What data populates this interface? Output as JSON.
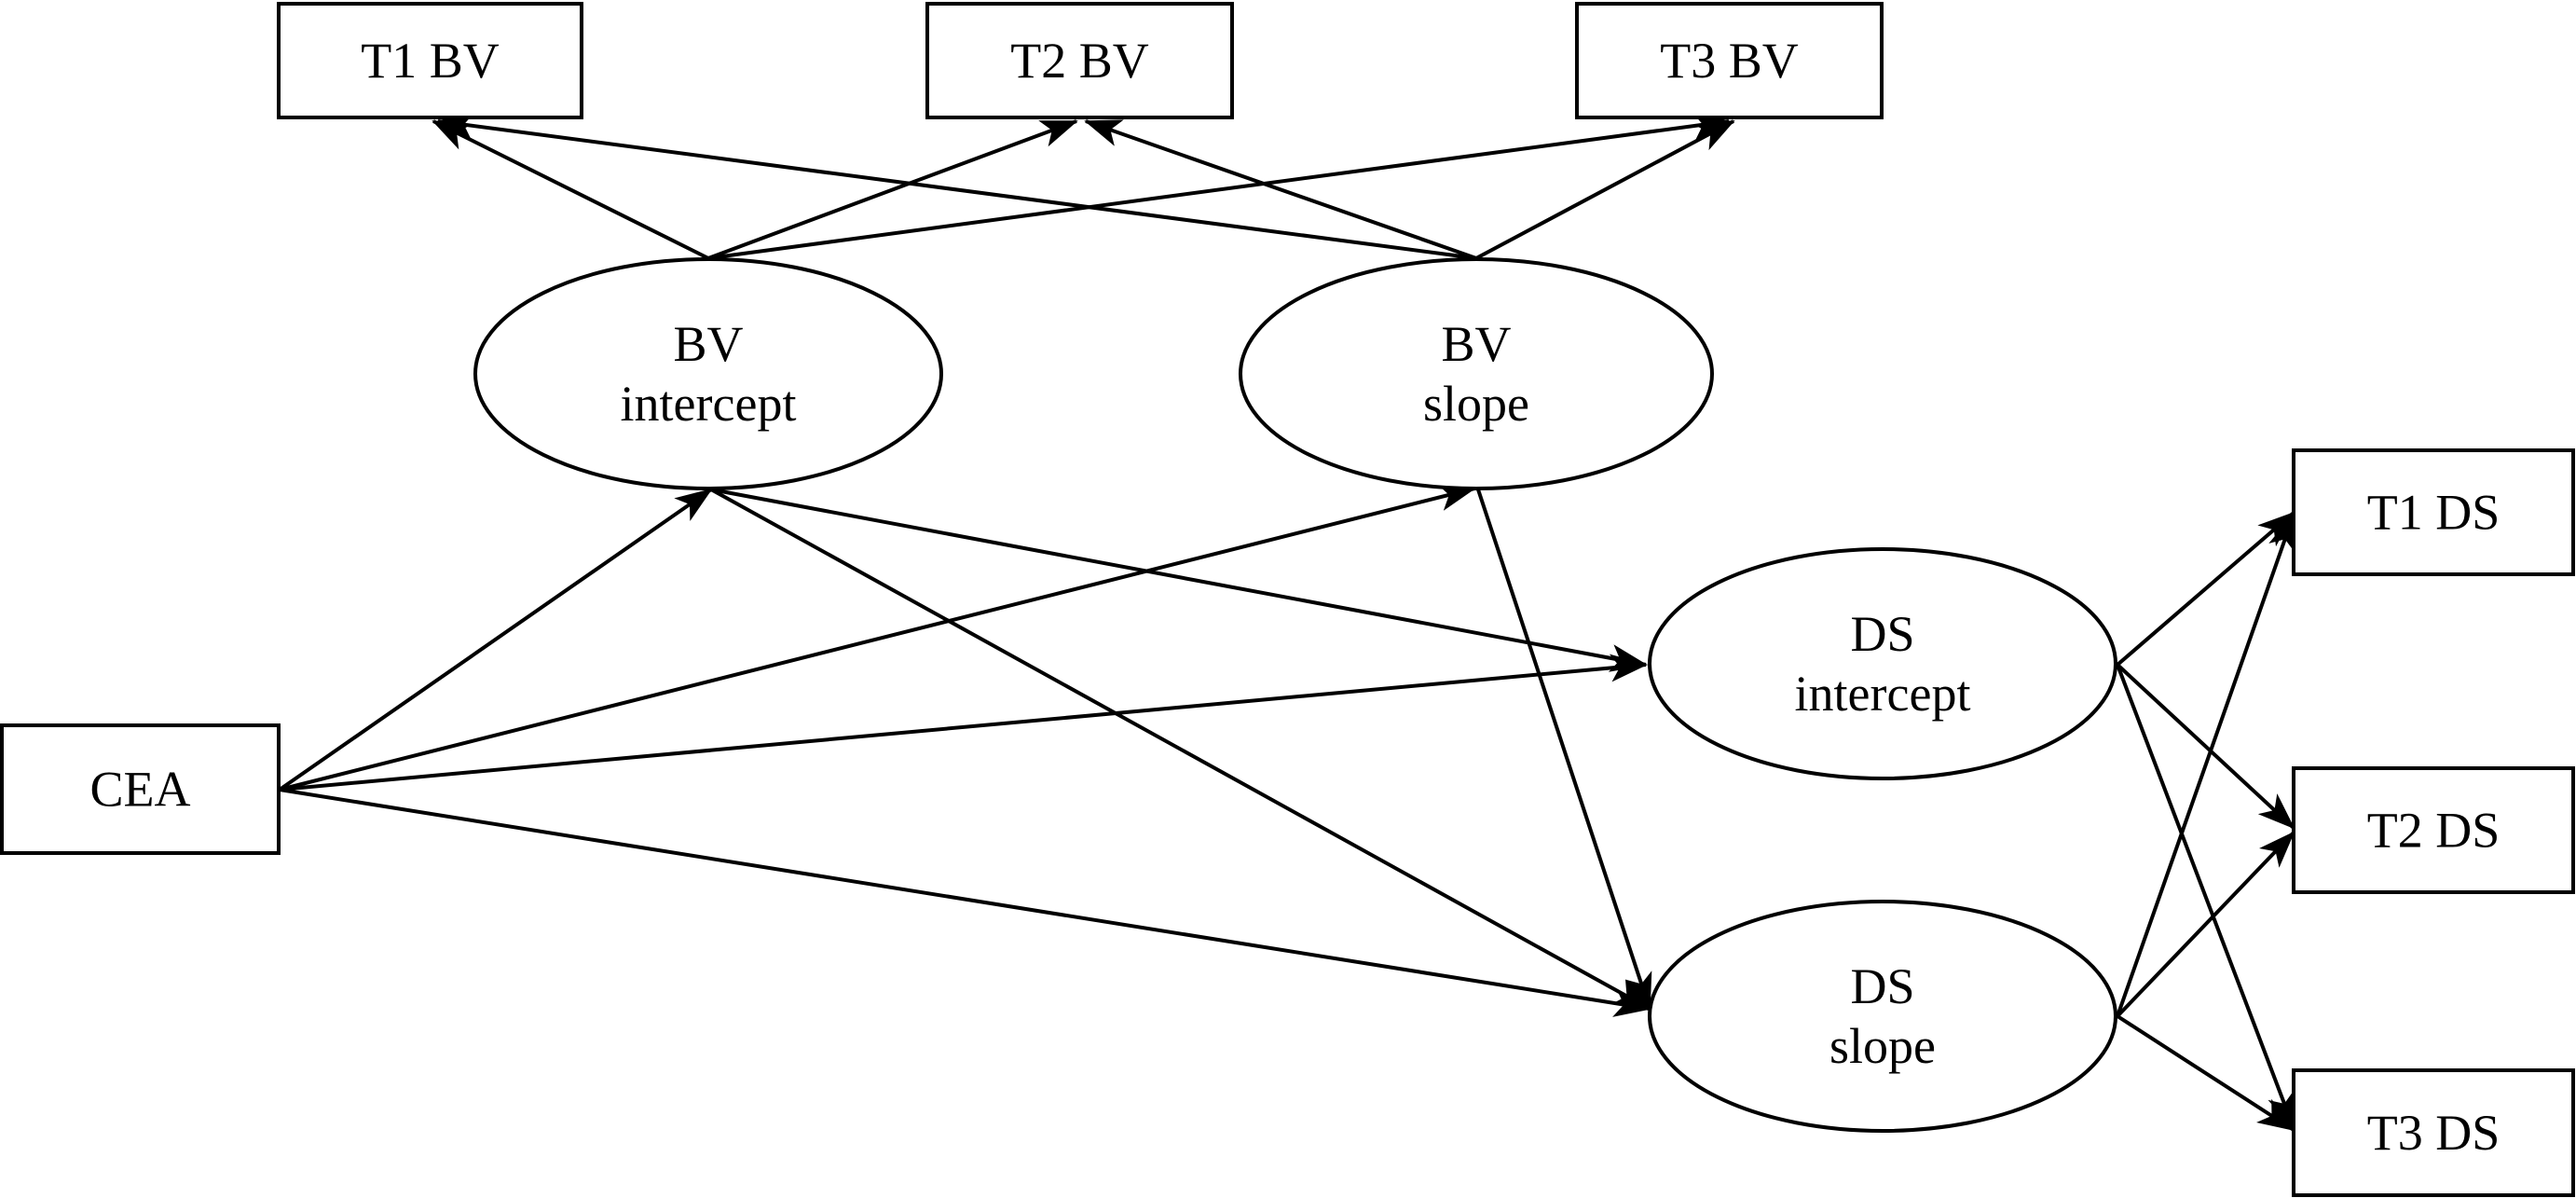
{
  "diagram": {
    "title": "",
    "nodes": [
      {
        "id": "t1bv",
        "shape": "box",
        "lines": [
          "T1 BV"
        ]
      },
      {
        "id": "t2bv",
        "shape": "box",
        "lines": [
          "T2 BV"
        ]
      },
      {
        "id": "t3bv",
        "shape": "box",
        "lines": [
          "T3 BV"
        ]
      },
      {
        "id": "bvi",
        "shape": "ellipse",
        "lines": [
          "BV",
          "intercept"
        ]
      },
      {
        "id": "bvs",
        "shape": "ellipse",
        "lines": [
          "BV",
          "slope"
        ]
      },
      {
        "id": "cea",
        "shape": "box",
        "lines": [
          "CEA"
        ]
      },
      {
        "id": "dsi",
        "shape": "ellipse",
        "lines": [
          "DS",
          "intercept"
        ]
      },
      {
        "id": "dss",
        "shape": "ellipse",
        "lines": [
          "DS",
          "slope"
        ]
      },
      {
        "id": "t1ds",
        "shape": "box",
        "lines": [
          "T1 DS"
        ]
      },
      {
        "id": "t2ds",
        "shape": "box",
        "lines": [
          "T2 DS"
        ]
      },
      {
        "id": "t3ds",
        "shape": "box",
        "lines": [
          "T3 DS"
        ]
      }
    ],
    "edges": [
      {
        "from": "bvi",
        "to": "t1bv"
      },
      {
        "from": "bvi",
        "to": "t2bv"
      },
      {
        "from": "bvi",
        "to": "t3bv"
      },
      {
        "from": "bvs",
        "to": "t1bv"
      },
      {
        "from": "bvs",
        "to": "t2bv"
      },
      {
        "from": "bvs",
        "to": "t3bv"
      },
      {
        "from": "cea",
        "to": "bvi"
      },
      {
        "from": "cea",
        "to": "bvs"
      },
      {
        "from": "cea",
        "to": "dsi"
      },
      {
        "from": "cea",
        "to": "dss"
      },
      {
        "from": "bvi",
        "to": "dsi"
      },
      {
        "from": "bvi",
        "to": "dss"
      },
      {
        "from": "bvs",
        "to": "dss"
      },
      {
        "from": "dsi",
        "to": "t1ds"
      },
      {
        "from": "dsi",
        "to": "t2ds"
      },
      {
        "from": "dsi",
        "to": "t3ds"
      },
      {
        "from": "dss",
        "to": "t1ds"
      },
      {
        "from": "dss",
        "to": "t2ds"
      },
      {
        "from": "dss",
        "to": "t3ds"
      }
    ]
  }
}
